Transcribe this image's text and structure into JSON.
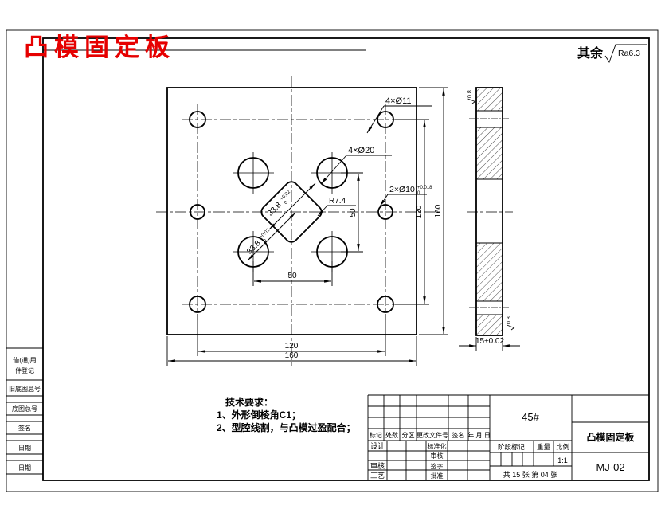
{
  "frame": {
    "title": "凸模固定板",
    "surface_prefix": "其余",
    "surface_value": "Ra6.3"
  },
  "front_view": {
    "label_corner_holes": "4×Ø11",
    "label_big_holes": "4×Ø20",
    "label_radius": "R7.4",
    "label_side_holes": "2×Ø10",
    "side_holes_tol_upper": "+0.018",
    "side_holes_tol_lower": "0",
    "cavity_dim": "33.8",
    "cavity_tol_upper": "+0.02",
    "cavity_tol_lower": "0",
    "dim_vertical_50": "50",
    "dim_horizontal_50": "50",
    "dim_right_120": "120",
    "dim_right_160": "160",
    "dim_bottom_120": "120",
    "dim_bottom_160": "160"
  },
  "section_view": {
    "dim_thickness": "15±0.02",
    "roughness_top": "0.8",
    "roughness_bottom": "0.8"
  },
  "tech_req": {
    "heading": "技术要求：",
    "item1": "1、外形倒棱角C1；",
    "item2": "2、型腔线割，与凸模过盈配合；"
  },
  "left_strip": {
    "row1a": "借(通)用",
    "row1b": "件登记",
    "row2": "旧底图总号",
    "row3": "底图总号",
    "row4": "签名",
    "row5": "日期",
    "row6": "日期"
  },
  "title_block": {
    "material": "45#",
    "part_name": "凸模固定板",
    "drawing_no": "MJ-02",
    "rev_headers": [
      "标记",
      "处数",
      "分区",
      "更改文件号",
      "签名",
      "年 月 日"
    ],
    "sign_col1": [
      "设计",
      "",
      "审核",
      "工艺"
    ],
    "sign_col2": [
      "标准化",
      "审核",
      "签字",
      "批准"
    ],
    "stage_label": "阶段标记",
    "weight_label": "重量",
    "scale_label": "比例",
    "scale_value": "1:1",
    "sheet_info": "共 15 张  第 04 张"
  }
}
